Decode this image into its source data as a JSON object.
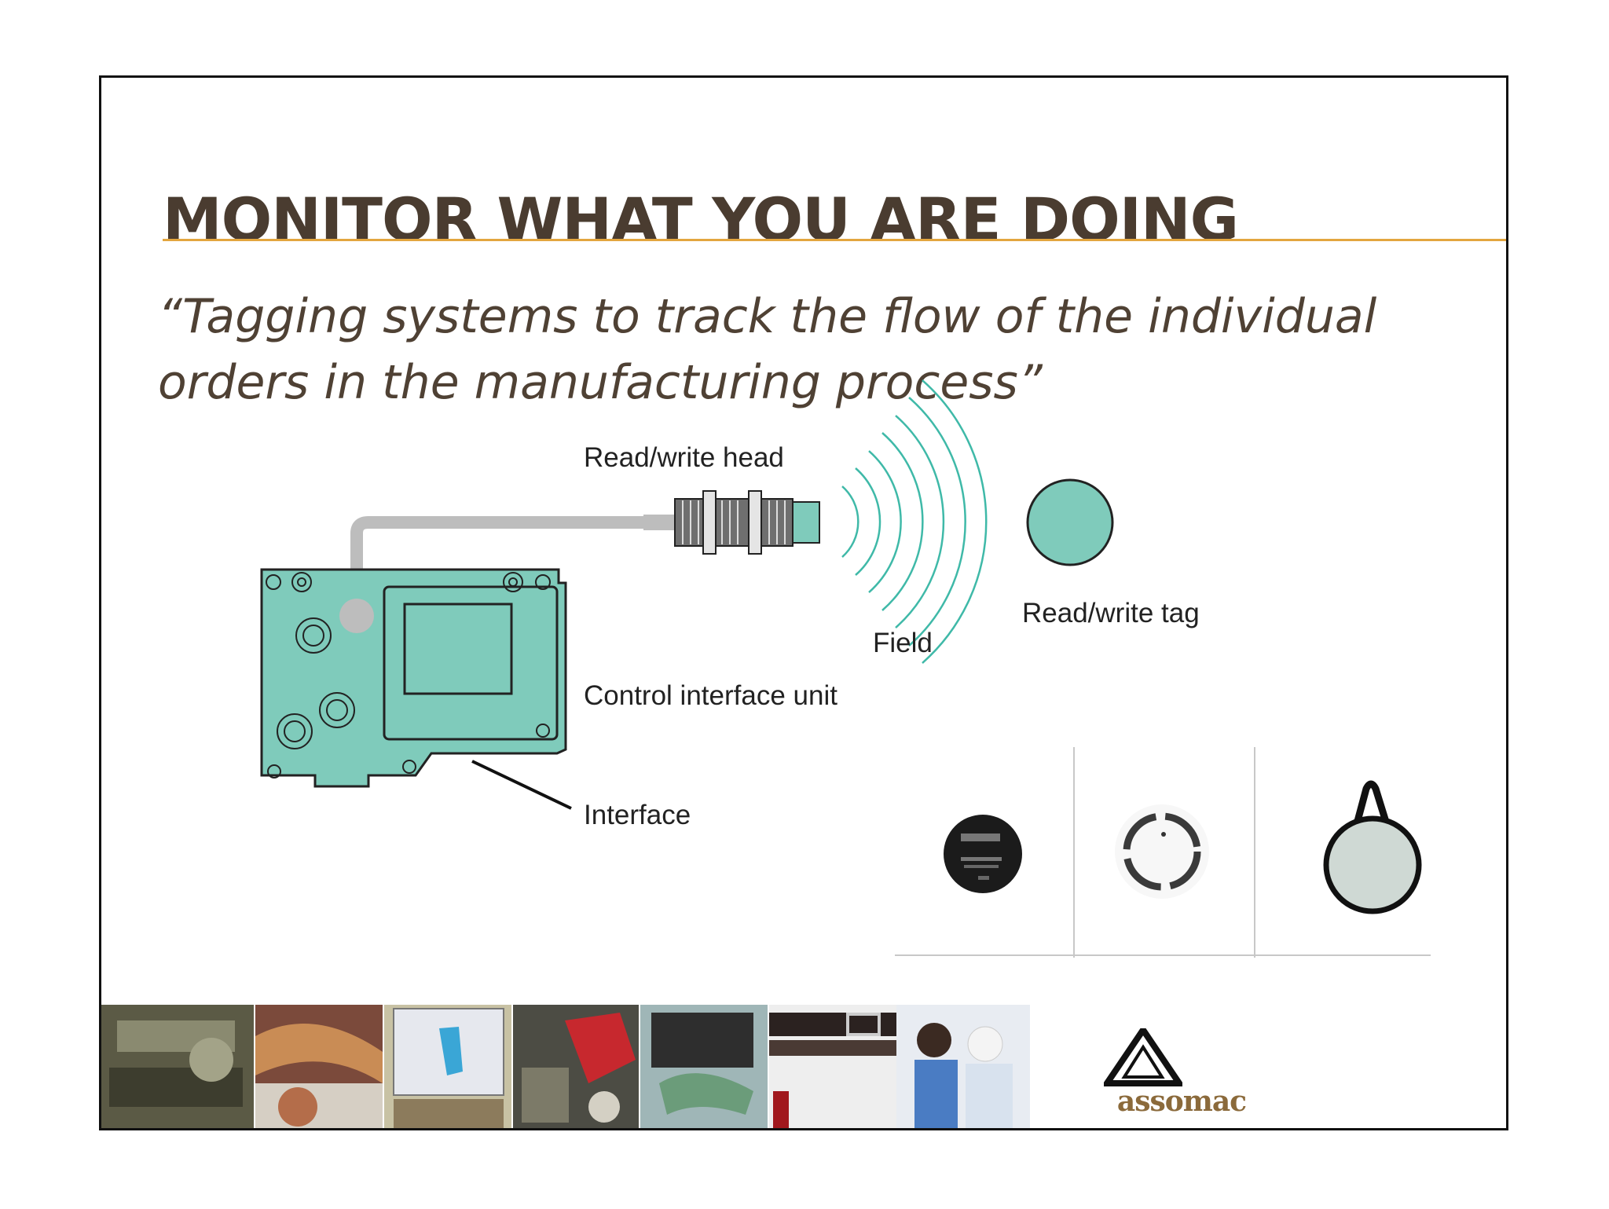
{
  "slide": {
    "title": "MONITOR WHAT YOU ARE DOING",
    "quote": "“Tagging systems to track the flow of the individual orders in the manufacturing process”"
  },
  "diagram": {
    "labels": {
      "read_write_head": "Read/write head",
      "read_write_tag": "Read/write tag",
      "field": "Field",
      "control_interface_unit": "Control interface unit",
      "interface": "Interface"
    },
    "colors": {
      "device": "#7fcbbb",
      "field": "#3fb9a8",
      "tag": "#7fcbbb",
      "cable": "#bdbdbd"
    },
    "tag_types": [
      "coin-tag-icon",
      "ring-tag-icon",
      "keyfob-tag-icon"
    ]
  },
  "footer": {
    "photos": [
      "machinery-photo",
      "leather-photo",
      "computer-shoe-photo",
      "shoe-manufacturing-photo",
      "shoe-lasting-photo",
      "belts-photo",
      "lab-workers-photo"
    ],
    "logo_text": "assomac"
  }
}
